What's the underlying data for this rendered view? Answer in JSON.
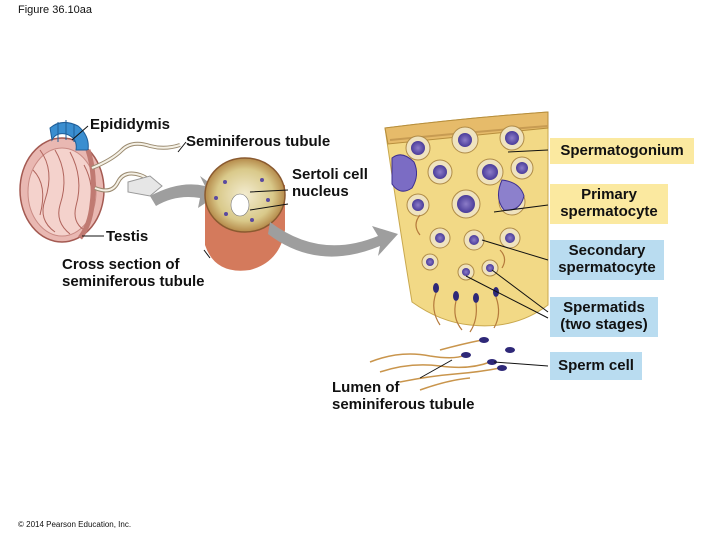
{
  "figure": {
    "title": "Figure 36.10aa",
    "copyright": "© 2014 Pearson Education, Inc."
  },
  "labels": {
    "epididymis": "Epididymis",
    "seminiferous_tubule": "Seminiferous tubule",
    "sertoli": "Sertoli cell\nnucleus",
    "testis": "Testis",
    "cross_section": "Cross section of\nseminiferous tubule",
    "lumen": "Lumen of\nseminiferous tubule"
  },
  "stages": [
    {
      "label": "Spermatogonium",
      "color": "#fbe9a0"
    },
    {
      "label": "Primary\nspermatocyte",
      "color": "#fbe9a0"
    },
    {
      "label": "Secondary\nspermatocyte",
      "color": "#b9dcf0"
    },
    {
      "label": "Spermatids\n(two stages)",
      "color": "#b9dcf0"
    },
    {
      "label": "Sperm cell",
      "color": "#b9dcf0"
    }
  ]
}
